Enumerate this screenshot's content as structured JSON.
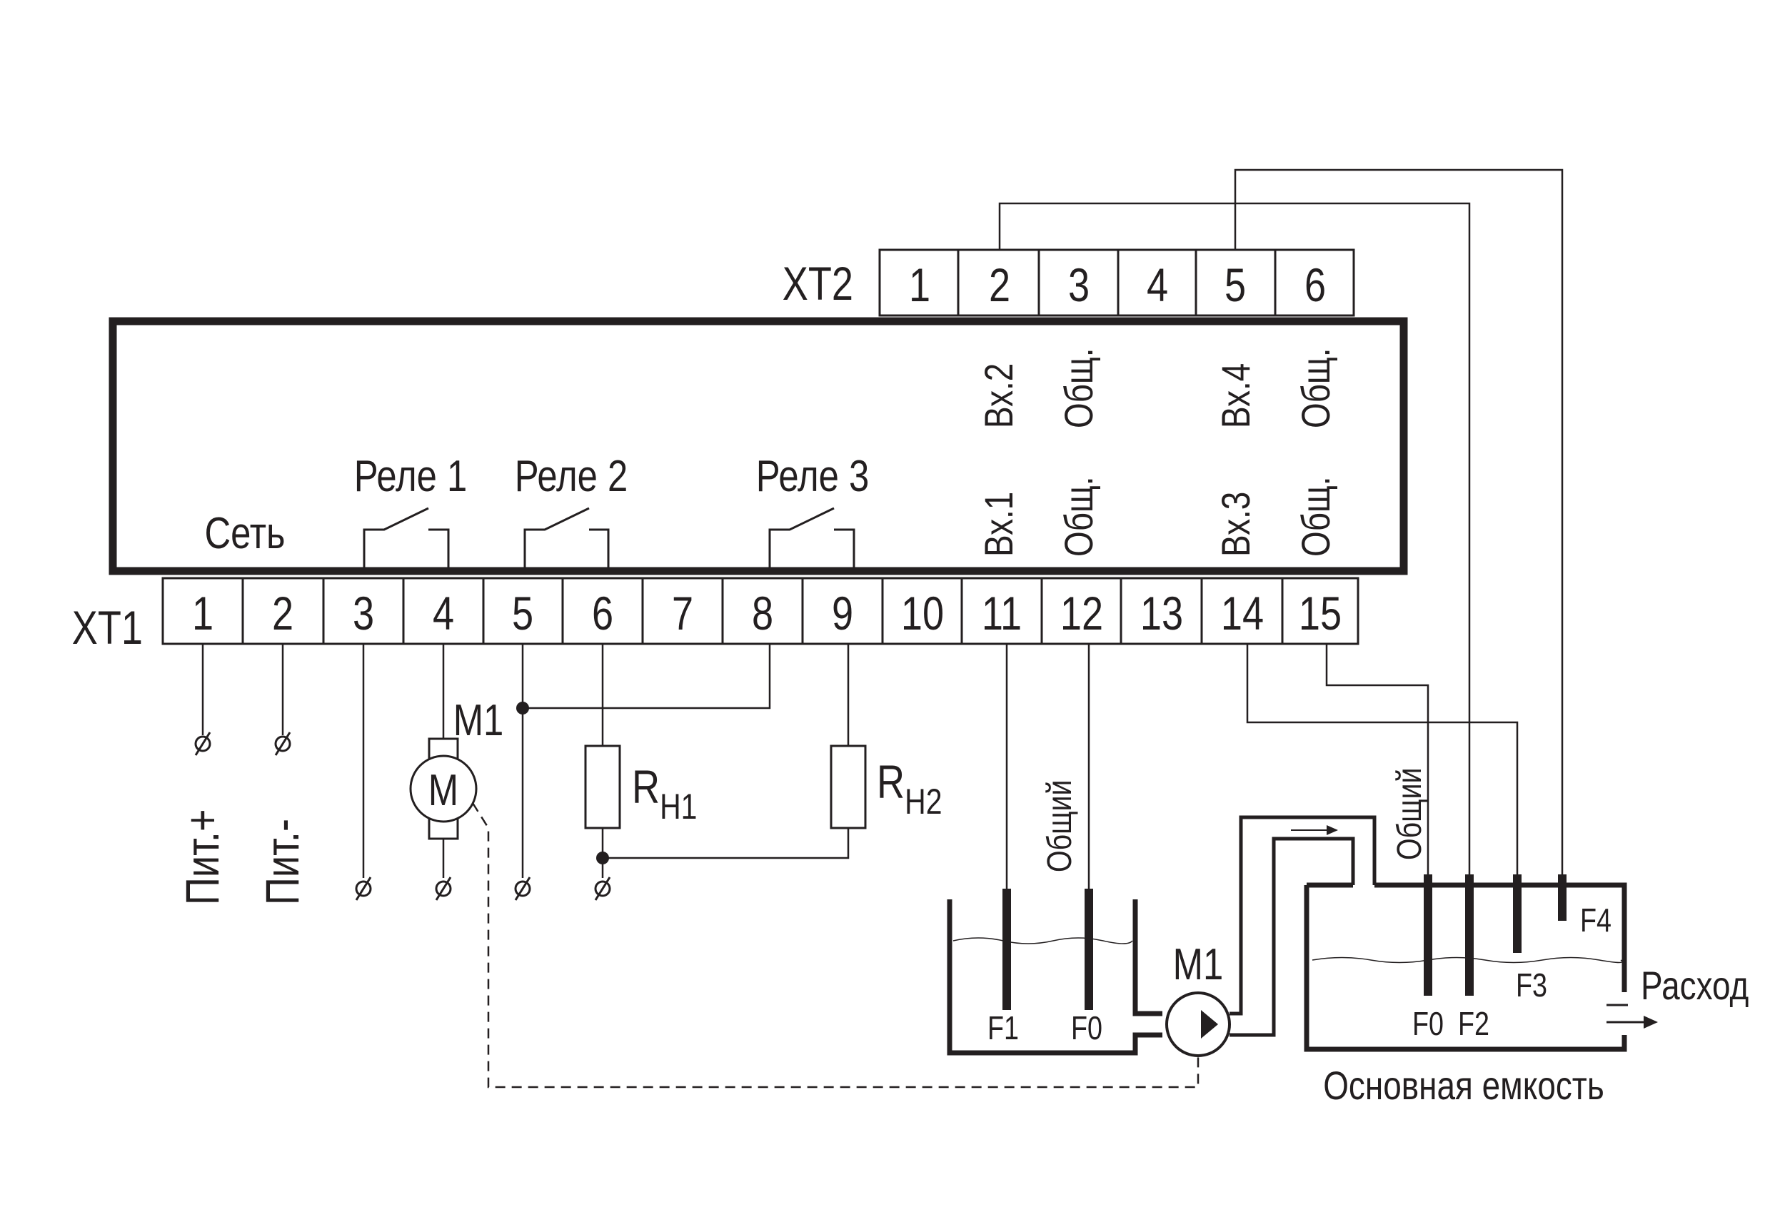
{
  "connector_top": {
    "label": "XT2",
    "terminals": [
      "1",
      "2",
      "3",
      "4",
      "5",
      "6"
    ],
    "inputs": {
      "in2": "Вх.2",
      "com2": "Общ.",
      "in4": "Вх.4",
      "com4": "Общ.",
      "in1": "Вх.1",
      "com1": "Общ.",
      "in3": "Вх.3",
      "com3": "Общ."
    }
  },
  "connector_bottom": {
    "label": "XT1",
    "terminals": [
      "1",
      "2",
      "3",
      "4",
      "5",
      "6",
      "7",
      "8",
      "9",
      "10",
      "11",
      "12",
      "13",
      "14",
      "15"
    ]
  },
  "device_labels": {
    "mains": "Сеть",
    "relay1": "Реле 1",
    "relay2": "Реле 2",
    "relay3": "Реле 3"
  },
  "external": {
    "power_plus": "Пит.+",
    "power_minus": "Пит.-",
    "motor_ref": "M1",
    "motor_symbol": "M",
    "resistor1": {
      "main": "R",
      "sub": "H1"
    },
    "resistor2": {
      "main": "R",
      "sub": "H2"
    },
    "pump_ref": "M1",
    "common_left": "Общий",
    "common_right": "Общий",
    "tank_left_probes": [
      "F1",
      "F0"
    ],
    "tank_right_probes": [
      "F0",
      "F2",
      "F3",
      "F4"
    ],
    "outflow": "Расход",
    "main_tank": "Основная емкость"
  }
}
